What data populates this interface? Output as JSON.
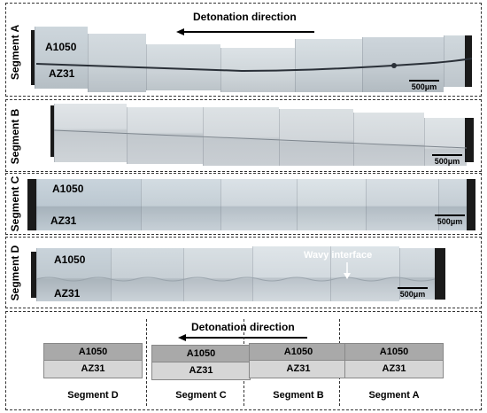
{
  "segment_labels": [
    "Segment A",
    "Segment B",
    "Segment C",
    "Segment D"
  ],
  "detonation_direction": "Detonation direction",
  "materials": {
    "top": "A1050",
    "bottom": "AZ31"
  },
  "scale_bar": "500μm",
  "wavy_interface_annotation": "Wavy interface",
  "schematic": {
    "blocks": [
      {
        "top": "A1050",
        "bottom": "AZ31",
        "label": "Segment D"
      },
      {
        "top": "A1050",
        "bottom": "AZ31",
        "label": "Segment C"
      },
      {
        "top": "A1050",
        "bottom": "AZ31",
        "label": "Segment B"
      },
      {
        "top": "A1050",
        "bottom": "AZ31",
        "label": "Segment A"
      }
    ]
  },
  "colors": {
    "metal_top": "#c9d3da",
    "metal_bottom": "#b8c2c9",
    "schematic_top": "#a9a9a9",
    "schematic_bottom": "#d6d6d6"
  }
}
